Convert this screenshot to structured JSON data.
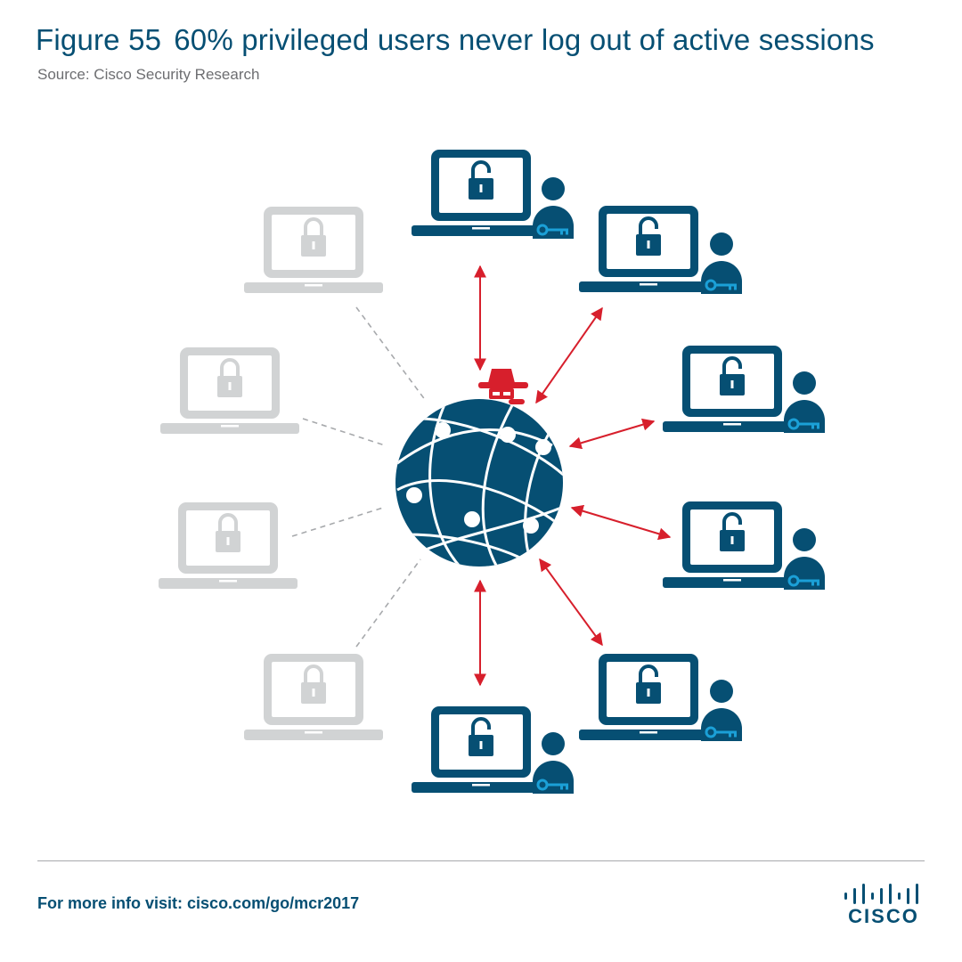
{
  "figure": {
    "number": "Figure 55",
    "title": "60% privileged users never log out of active sessions",
    "source": "Source: Cisco Security Research"
  },
  "colors": {
    "primary": "#064f73",
    "inactive": "#d1d3d4",
    "connection_dashed": "#a7a9ac",
    "arrow": "#d71f2c",
    "attacker": "#d71f2c",
    "key": "#1ba0d7"
  },
  "diagram": {
    "center_icon": "globe-network-icon",
    "attacker_icon": "hacker-spy-icon",
    "inactive_sessions": [
      {
        "icon": "laptop-locked-icon",
        "state": "locked"
      },
      {
        "icon": "laptop-locked-icon",
        "state": "locked"
      },
      {
        "icon": "laptop-locked-icon",
        "state": "locked"
      },
      {
        "icon": "laptop-locked-icon",
        "state": "locked"
      }
    ],
    "active_sessions": [
      {
        "icon": "laptop-unlocked-icon",
        "user_icon": "privileged-user-icon",
        "key_icon": "key-icon",
        "state": "unlocked"
      },
      {
        "icon": "laptop-unlocked-icon",
        "user_icon": "privileged-user-icon",
        "key_icon": "key-icon",
        "state": "unlocked"
      },
      {
        "icon": "laptop-unlocked-icon",
        "user_icon": "privileged-user-icon",
        "key_icon": "key-icon",
        "state": "unlocked"
      },
      {
        "icon": "laptop-unlocked-icon",
        "user_icon": "privileged-user-icon",
        "key_icon": "key-icon",
        "state": "unlocked"
      },
      {
        "icon": "laptop-unlocked-icon",
        "user_icon": "privileged-user-icon",
        "key_icon": "key-icon",
        "state": "unlocked"
      },
      {
        "icon": "laptop-unlocked-icon",
        "user_icon": "privileged-user-icon",
        "key_icon": "key-icon",
        "state": "unlocked"
      }
    ]
  },
  "footer": {
    "lead": "For more info visit:",
    "link": "cisco.com/go/mcr2017"
  },
  "logo": {
    "word": "CISCO"
  }
}
